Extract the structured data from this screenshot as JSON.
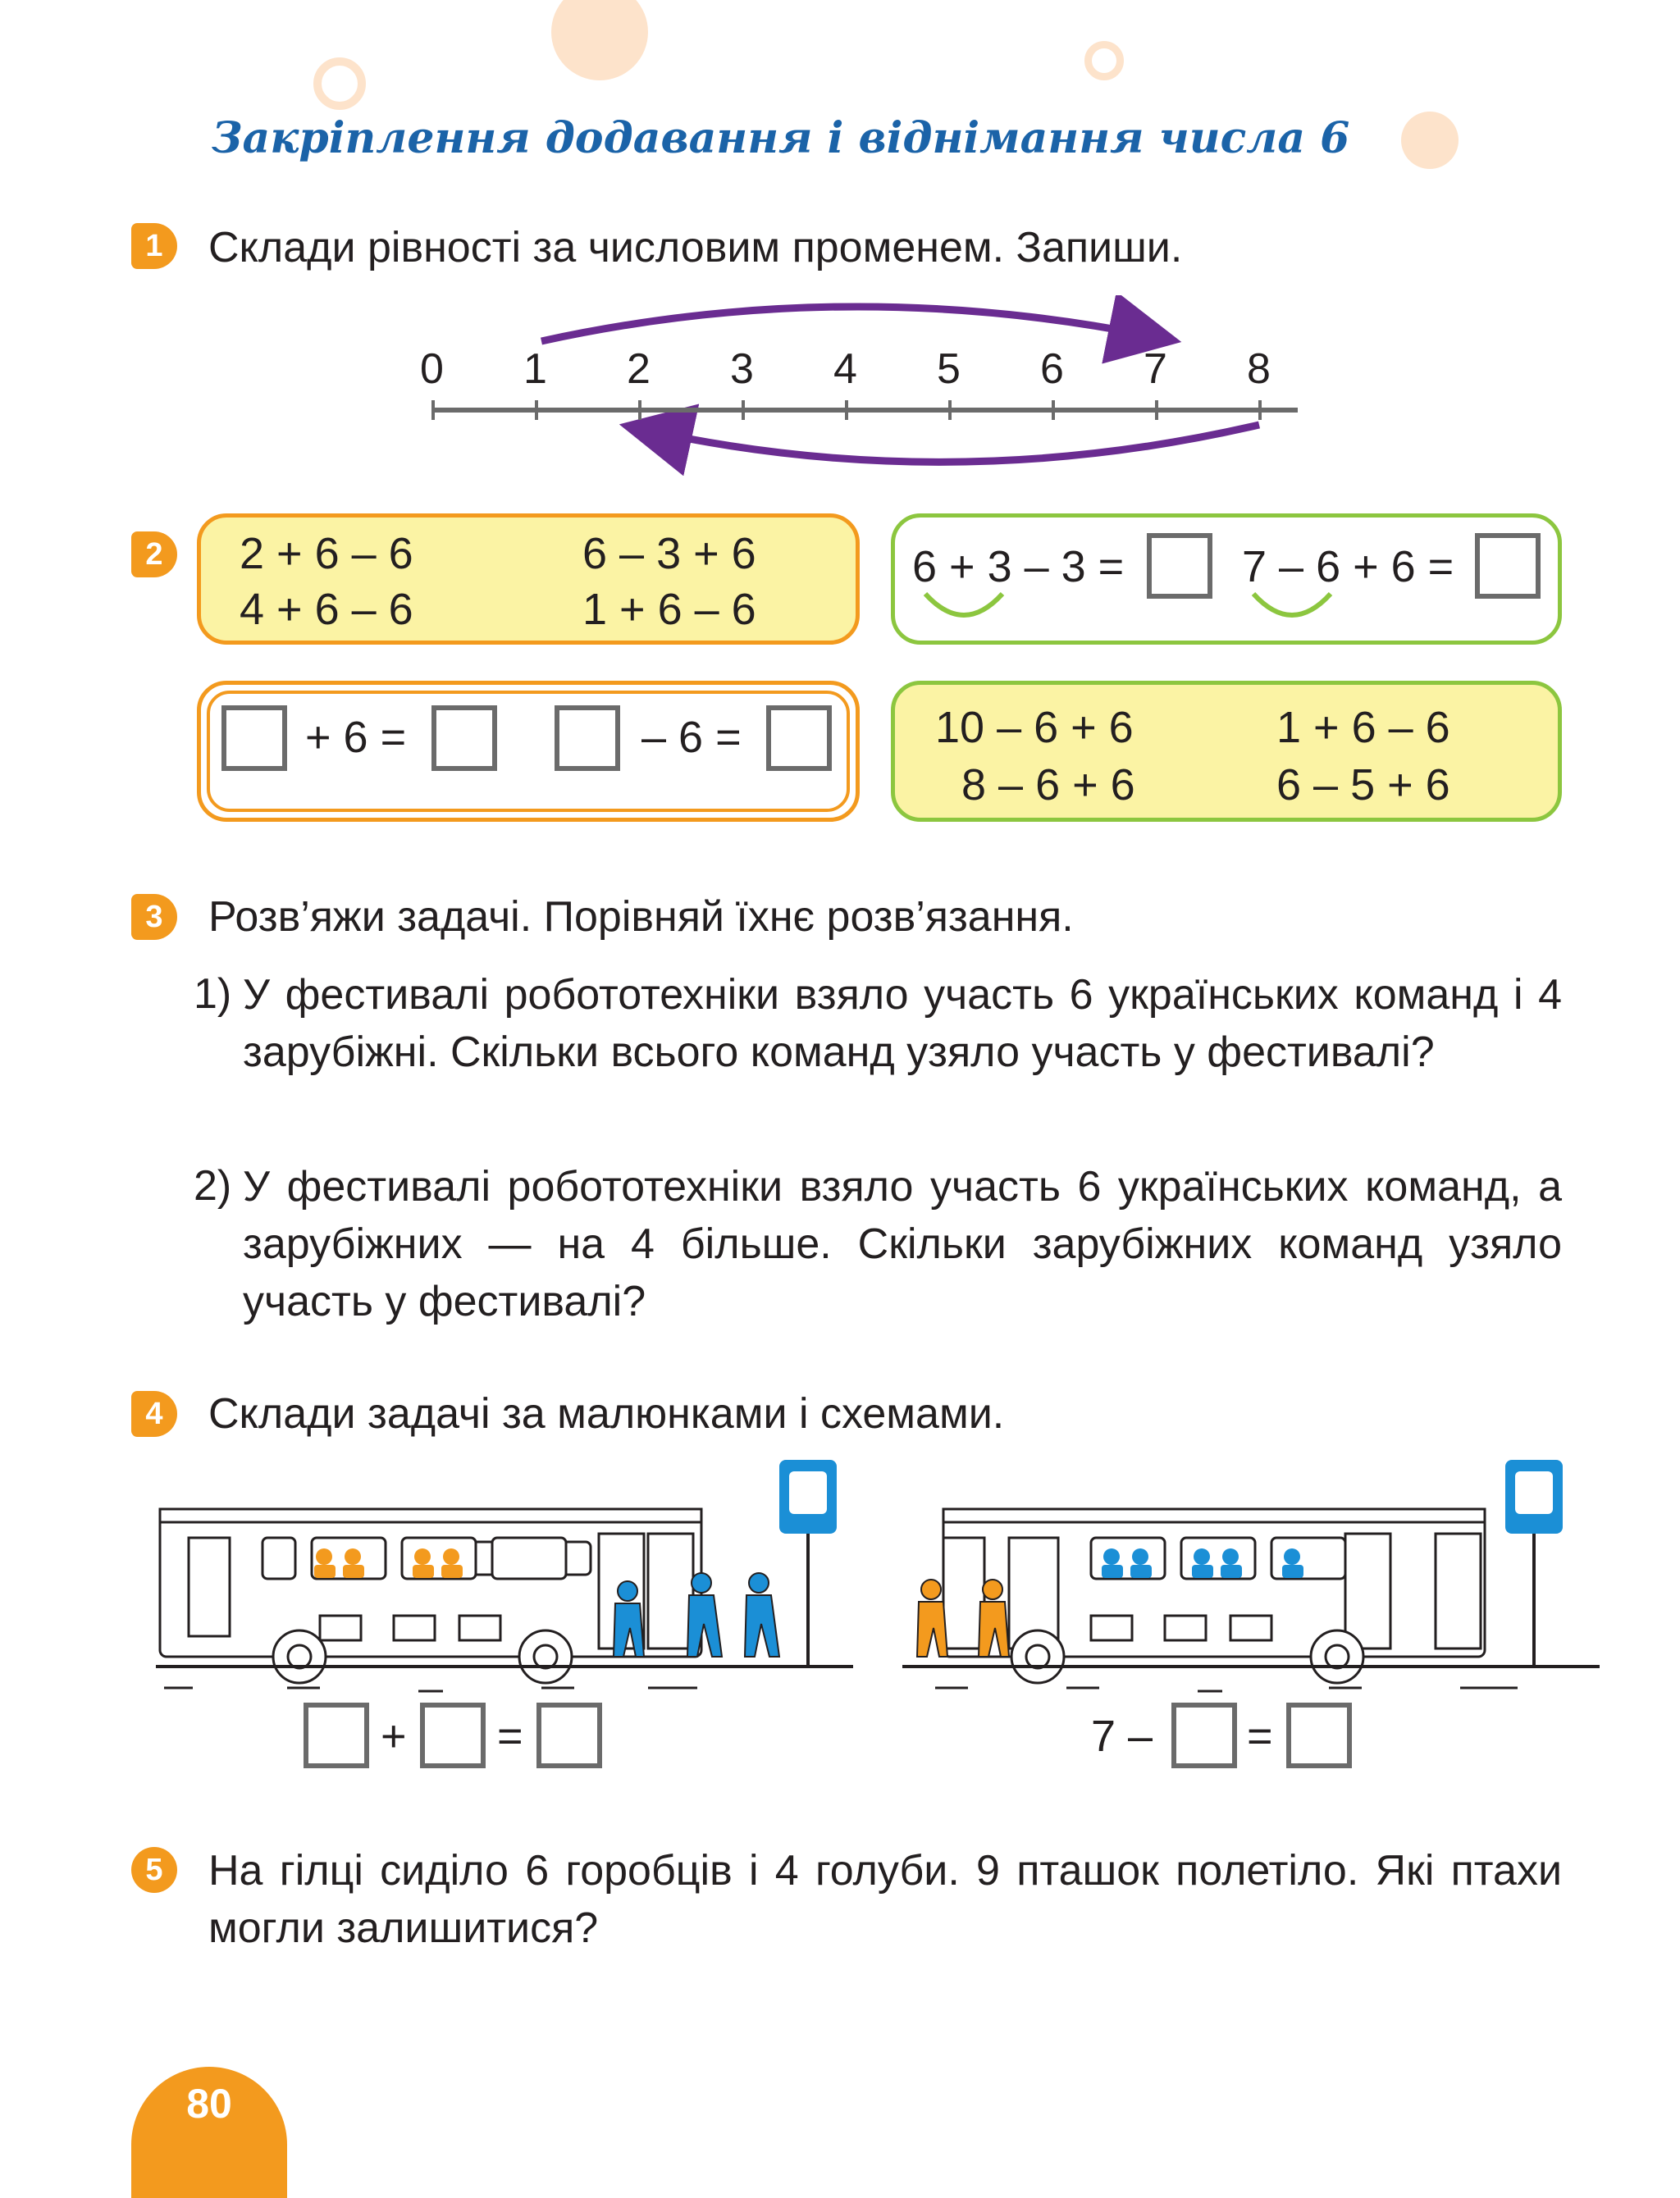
{
  "title": "Закріплення додавання і віднімання числа 6",
  "colors": {
    "orange": "#f39a1e",
    "blue": "#1b63a8",
    "green": "#8cc63f",
    "yellow": "#fbf3a4",
    "purple": "#6a2c91"
  },
  "task1": {
    "number": "1",
    "text": "Склади рівності за числовим променем. Запиши.",
    "ticks": [
      "0",
      "1",
      "2",
      "3",
      "4",
      "5",
      "6",
      "7",
      "8"
    ]
  },
  "task2": {
    "number": "2",
    "box_a": {
      "e1": "2 + 6 – 6",
      "e2": "6 – 3 + 6",
      "e3": "4 + 6 – 6",
      "e4": "1 + 6 – 6"
    },
    "box_b": {
      "e1": "6 + 3 – 3 =",
      "e2": "7 – 6 + 6 ="
    },
    "box_c": {
      "plus": "+ 6 =",
      "minus": "– 6 ="
    },
    "box_d": {
      "e1": "10 – 6 + 6",
      "e2": "1 + 6 – 6",
      "e3": "8 – 6 + 6",
      "e4": "6 – 5 + 6"
    }
  },
  "task3": {
    "number": "3",
    "text": "Розв’яжи задачі. Порівняй їхнє розв’язання.",
    "p1_num": "1)",
    "p1": "У фестивалі робототехніки взяло участь 6 українських команд і 4 зарубіжні. Скільки всього команд узяло участь у фестивалі?",
    "p2_num": "2)",
    "p2": "У фестивалі робототехніки взяло участь 6 українських команд, а зарубіжних — на 4 більше. Скільки зарубіжних команд узяло участь у фестивалі?"
  },
  "task4": {
    "number": "4",
    "text": "Склади задачі за малюнками і схемами.",
    "left_plus": "+",
    "left_eq": "=",
    "right_start": "7 –",
    "right_eq": "="
  },
  "task5": {
    "number": "5",
    "text": "На гілці сиділо 6 горобців і 4 голуби. 9 пташок полетіло. Які птахи могли залишитися?"
  },
  "page_number": "80"
}
